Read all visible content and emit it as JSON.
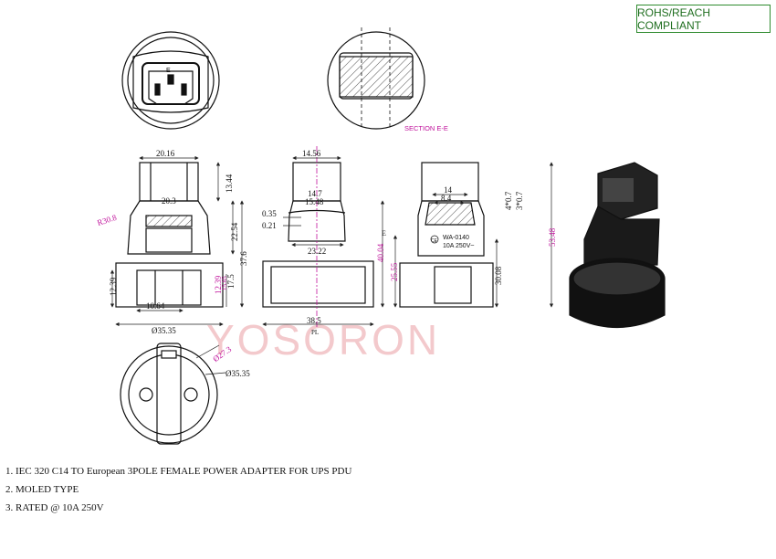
{
  "compliance_badge": "ROHS/REACH COMPLIANT",
  "watermark": "YOSORON",
  "section_label": "SECTION E-E",
  "section_marker": "E",
  "product_marking": {
    "model": "WA-0140",
    "rating": "10A 250V~"
  },
  "front_view": {
    "dims": {
      "width_top": "20.16",
      "inner_width": "20.3",
      "radius": "R30.8",
      "top_height": "13.44",
      "mid_height": "22.54",
      "total_height": "37.6",
      "base_height": "12.39",
      "base_height_inner": "12.39",
      "inner_small": "15.65",
      "right_small": "17.5",
      "slot_width": "10.64",
      "diameter": "Ø35.35"
    }
  },
  "side_view": {
    "dims": {
      "width_top": "14.56",
      "inner_a": "14.7",
      "inner_b": "15.48",
      "thk_a": "0.35",
      "thk_b": "0.21",
      "neck": "23.22",
      "base_width": "38.5",
      "pl": "PL"
    }
  },
  "right_view": {
    "dims": {
      "d14": "14",
      "d84": "8.4",
      "d47": "4*0.7",
      "d37": "3*0.7",
      "h4004": "40.04",
      "h2555": "25.55",
      "h3008": "30.08",
      "h5348": "53.48"
    }
  },
  "bottom_view": {
    "dims": {
      "radius": "Ø27.3",
      "diameter": "Ø35.35"
    }
  },
  "notes": [
    "1. IEC 320 C14 TO European 3POLE FEMALE POWER ADAPTER FOR UPS PDU",
    "2. MOLED TYPE",
    "3. RATED @ 10A 250V"
  ],
  "colors": {
    "line": "#111111",
    "dimension": "#222222",
    "accent": "#c0139c",
    "badge_border": "#2e8b2e",
    "watermark": "#f3c9cc"
  }
}
